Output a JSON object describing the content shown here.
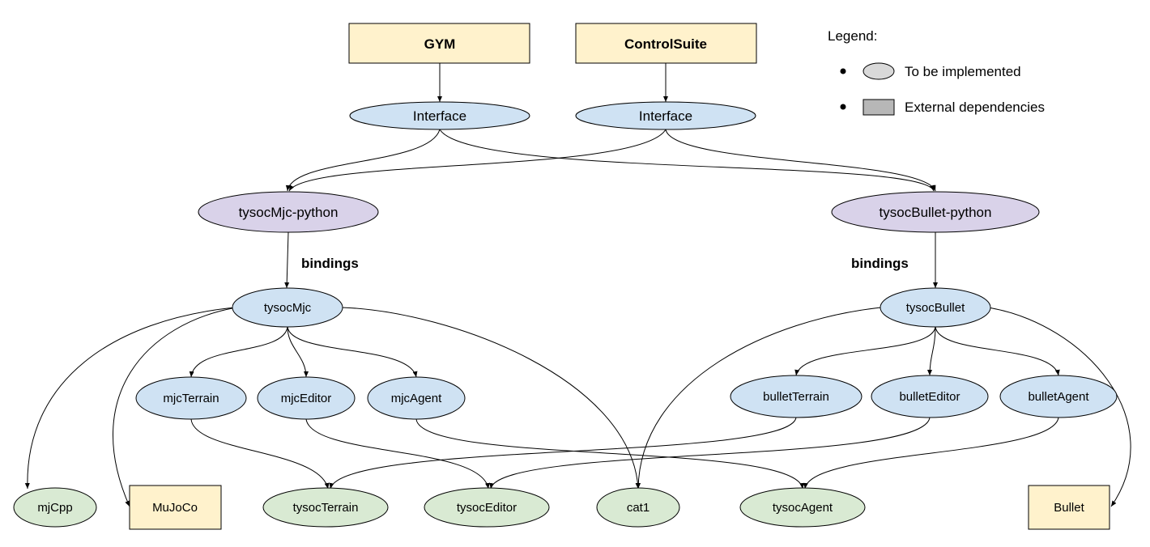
{
  "colors": {
    "external": "#fff2cc",
    "interface": "#cfe2f3",
    "python": "#d9d2e9",
    "module": "#d9ead3",
    "legend_future": "#d9d9d9",
    "legend_external": "#b7b7b7",
    "stroke": "#000000"
  },
  "nodes": {
    "gym": "GYM",
    "controlsuite": "ControlSuite",
    "interface_gym": "Interface",
    "interface_cs": "Interface",
    "tysocmjc_python": "tysocMjc-python",
    "tysocbullet_python": "tysocBullet-python",
    "tysocmjc": "tysocMjc",
    "tysocbullet": "tysocBullet",
    "mjcterrain": "mjcTerrain",
    "mjceditor": "mjcEditor",
    "mjcagent": "mjcAgent",
    "bulletterrain": "bulletTerrain",
    "bulleteditor": "bulletEditor",
    "bulletagent": "bulletAgent",
    "mjcpp": "mjCpp",
    "mujoco": "MuJoCo",
    "tysocterrain": "tysocTerrain",
    "tysoceditor": "tysocEditor",
    "cat1": "cat1",
    "tysocagent": "tysocAgent",
    "bullet": "Bullet"
  },
  "edge_labels": {
    "bindings_mjc": "bindings",
    "bindings_bullet": "bindings"
  },
  "legend": {
    "title": "Legend:",
    "item_future": "To be implemented",
    "item_external": "External dependencies"
  }
}
